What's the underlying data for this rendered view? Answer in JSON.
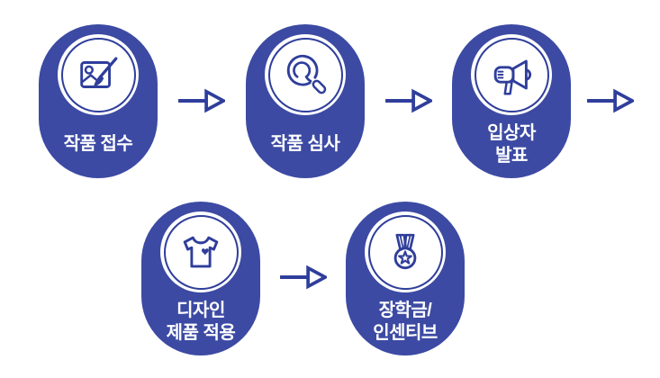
{
  "colors": {
    "page_background": "#FFFFFF",
    "capsule": "#3C4AA3",
    "ink": "#2F3E9B",
    "label_text": "#FFFFFF"
  },
  "steps": [
    {
      "label_lines": [
        "작품 접수"
      ],
      "icon": "artwork-paintbrush-icon"
    },
    {
      "label_lines": [
        "작품 심사"
      ],
      "icon": "magnifying-glass-icon"
    },
    {
      "label_lines": [
        "입상자",
        "발표"
      ],
      "icon": "megaphone-icon"
    },
    {
      "label_lines": [
        "디자인",
        "제품 적용"
      ],
      "icon": "tshirt-icon"
    },
    {
      "label_lines": [
        "장학금/",
        "인센티브"
      ],
      "icon": "medal-icon"
    }
  ],
  "arrows": {
    "count": 4,
    "direction": "right"
  }
}
